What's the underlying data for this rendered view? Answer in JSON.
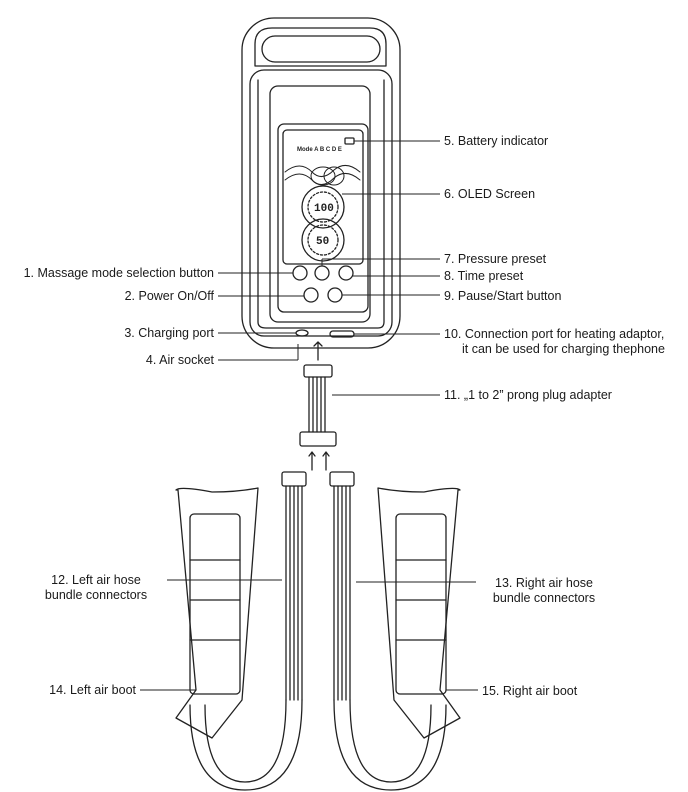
{
  "screen": {
    "mode_text": "Mode A B C D E",
    "pressure_value": "100",
    "time_value": "50"
  },
  "labels": {
    "battery": "5. Battery indicator",
    "oled": "6. OLED Screen",
    "pressure": "7. Pressure preset",
    "time": "8. Time preset",
    "pause": "9. Pause/Start button",
    "connection_line1": "10. Connection port for heating adaptor,",
    "connection_line2": "it can be used for charging thephone",
    "adapter": "11. „1 to 2” prong plug adapter",
    "right_hose_line1": "13. Right air hose",
    "right_hose_line2": "bundle connectors",
    "right_boot": "15. Right air boot",
    "mode_button": "1. Massage mode selection button",
    "power": "2. Power On/Off",
    "charging": "3. Charging port",
    "air_socket": "4. Air socket",
    "left_hose_line1": "12. Left air hose",
    "left_hose_line2": "bundle connectors",
    "left_boot": "14. Left air boot"
  }
}
